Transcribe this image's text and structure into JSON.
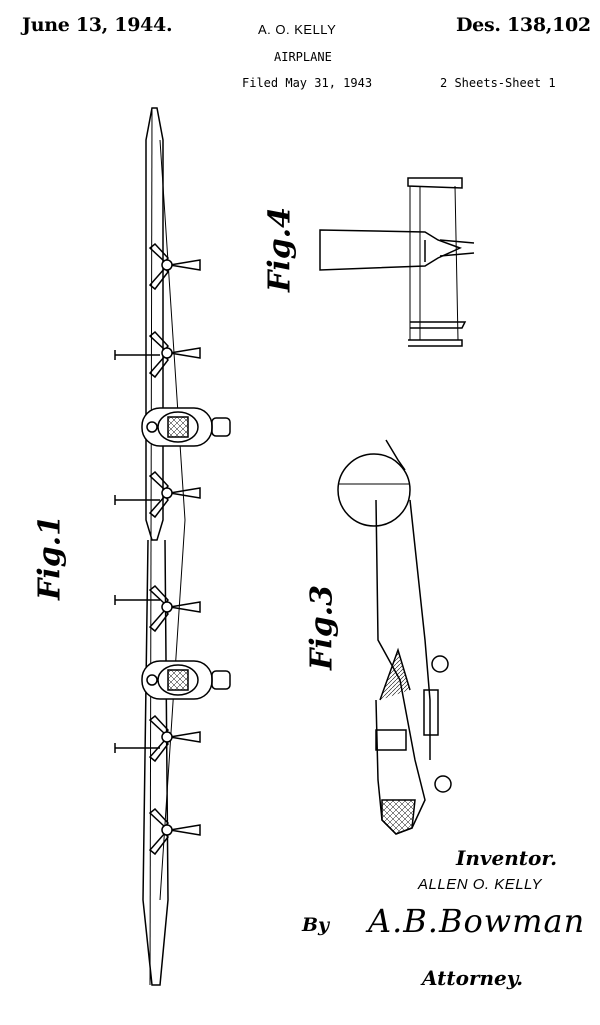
{
  "header": {
    "date": "June 13, 1944.",
    "inventor_short": "A. O. KELLY",
    "patent_no": "Des. 138,102",
    "title": "AIRPLANE",
    "filed": "Filed May 31, 1943",
    "sheets": "2 Sheets-Sheet 1"
  },
  "figures": {
    "fig1": "Fig.1",
    "fig3": "Fig.3",
    "fig4": "Fig.4"
  },
  "signature_block": {
    "inventor_label": "Inventor.",
    "inventor_name": "ALLEN O. KELLY",
    "by_label": "By",
    "attorney_signature": "A.B.Bowman",
    "attorney_label": "Attorney."
  }
}
